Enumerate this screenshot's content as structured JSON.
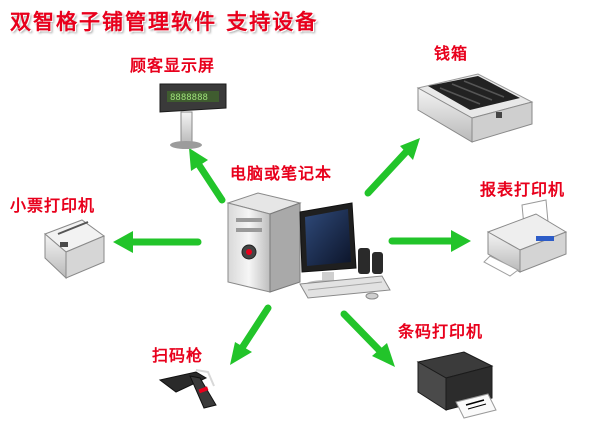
{
  "title": "双智格子铺管理软件  支持设备",
  "center": {
    "label": "电脑或笔记本",
    "icon": "desktop-computer-icon"
  },
  "devices": [
    {
      "id": "customer-display",
      "label": "顾客显示屏",
      "icon": "customer-display-icon"
    },
    {
      "id": "cash-drawer",
      "label": "钱箱",
      "icon": "cash-drawer-icon"
    },
    {
      "id": "receipt-printer",
      "label": "小票打印机",
      "icon": "receipt-printer-icon"
    },
    {
      "id": "report-printer",
      "label": "报表打印机",
      "icon": "inkjet-printer-icon"
    },
    {
      "id": "scanner",
      "label": "扫码枪",
      "icon": "barcode-scanner-icon"
    },
    {
      "id": "label-printer",
      "label": "条码打印机",
      "icon": "label-printer-icon"
    }
  ],
  "colors": {
    "label": "#e8001c",
    "arrow": "#22c42a"
  }
}
